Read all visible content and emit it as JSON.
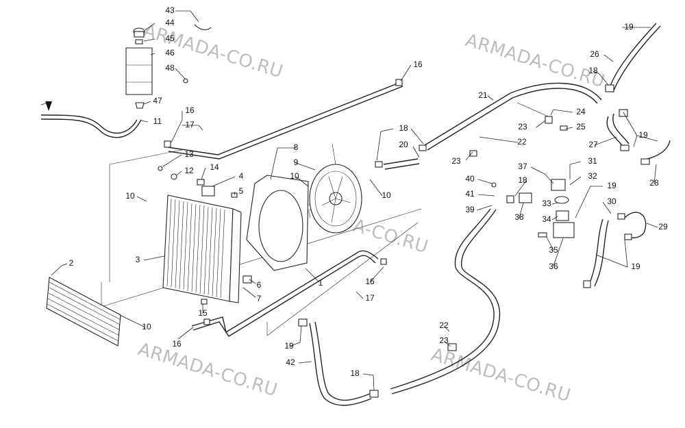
{
  "watermark": {
    "text": "ARMADA-CO.RU",
    "color": "#bdbdbd"
  },
  "callouts": [
    {
      "id": "c43",
      "text": "43"
    },
    {
      "id": "c44",
      "text": "44"
    },
    {
      "id": "c45",
      "text": "45"
    },
    {
      "id": "c46",
      "text": "46"
    },
    {
      "id": "c48",
      "text": "48"
    },
    {
      "id": "c47",
      "text": "47"
    },
    {
      "id": "c11",
      "text": "11"
    },
    {
      "id": "c16a",
      "text": "16"
    },
    {
      "id": "c17a",
      "text": "17"
    },
    {
      "id": "c13",
      "text": "13"
    },
    {
      "id": "c12",
      "text": "12"
    },
    {
      "id": "c14",
      "text": "14"
    },
    {
      "id": "c4",
      "text": "4"
    },
    {
      "id": "c5",
      "text": "5"
    },
    {
      "id": "c10a",
      "text": "10"
    },
    {
      "id": "c3",
      "text": "3"
    },
    {
      "id": "c2",
      "text": "2"
    },
    {
      "id": "c6",
      "text": "6"
    },
    {
      "id": "c7",
      "text": "7"
    },
    {
      "id": "c15",
      "text": "15"
    },
    {
      "id": "c10b",
      "text": "10"
    },
    {
      "id": "c16b",
      "text": "16"
    },
    {
      "id": "c8",
      "text": "8"
    },
    {
      "id": "c9",
      "text": "9"
    },
    {
      "id": "c10c",
      "text": "10"
    },
    {
      "id": "c10d",
      "text": "10"
    },
    {
      "id": "c16c",
      "text": "16"
    },
    {
      "id": "c18a",
      "text": "18"
    },
    {
      "id": "c20",
      "text": "20"
    },
    {
      "id": "c21",
      "text": "21"
    },
    {
      "id": "c22a",
      "text": "22"
    },
    {
      "id": "c23a",
      "text": "23"
    },
    {
      "id": "c23b",
      "text": "23"
    },
    {
      "id": "c24",
      "text": "24"
    },
    {
      "id": "c25",
      "text": "25"
    },
    {
      "id": "c19a",
      "text": "19"
    },
    {
      "id": "c26",
      "text": "26"
    },
    {
      "id": "c18b",
      "text": "18"
    },
    {
      "id": "c27",
      "text": "27"
    },
    {
      "id": "c19b",
      "text": "19"
    },
    {
      "id": "c28",
      "text": "28"
    },
    {
      "id": "c37",
      "text": "37"
    },
    {
      "id": "c31",
      "text": "31"
    },
    {
      "id": "c32",
      "text": "32"
    },
    {
      "id": "c40",
      "text": "40"
    },
    {
      "id": "c18c",
      "text": "18"
    },
    {
      "id": "c41",
      "text": "41"
    },
    {
      "id": "c33",
      "text": "33"
    },
    {
      "id": "c19c",
      "text": "19"
    },
    {
      "id": "c39",
      "text": "39"
    },
    {
      "id": "c38",
      "text": "38"
    },
    {
      "id": "c34",
      "text": "34"
    },
    {
      "id": "c30",
      "text": "30"
    },
    {
      "id": "c29",
      "text": "29"
    },
    {
      "id": "c35",
      "text": "35"
    },
    {
      "id": "c36",
      "text": "36"
    },
    {
      "id": "c19d",
      "text": "19"
    },
    {
      "id": "c1",
      "text": "1"
    },
    {
      "id": "c16d",
      "text": "16"
    },
    {
      "id": "c17b",
      "text": "17"
    },
    {
      "id": "c22b",
      "text": "22"
    },
    {
      "id": "c23c",
      "text": "23"
    },
    {
      "id": "c19e",
      "text": "19"
    },
    {
      "id": "c42",
      "text": "42"
    },
    {
      "id": "c18d",
      "text": "18"
    }
  ]
}
